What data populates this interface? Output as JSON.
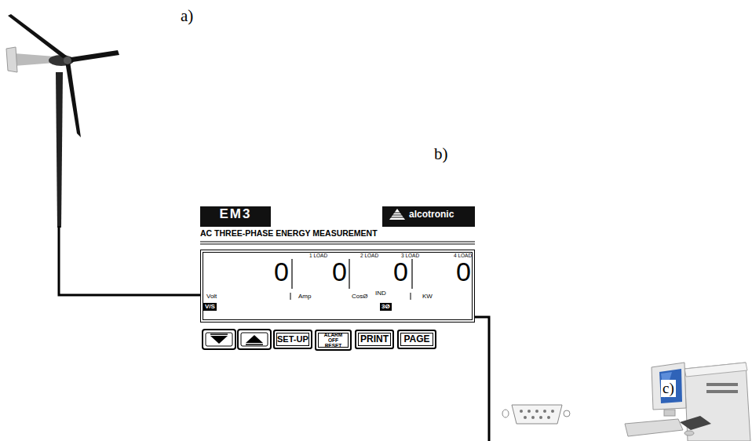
{
  "diagram": {
    "nodes": [
      {
        "text": [
          "EM3"
        ]
      },
      {
        "text": [
          "alcotronic"
        ]
      },
      {
        "text": [
          "1 LOAD",
          "2 LOAD",
          "3 LOAD",
          "4 LOAD",
          "0",
          "0",
          "0",
          "0",
          "Volt",
          "Amp",
          "CosØ",
          "IND",
          "KW",
          "V/S",
          "3Ø"
        ]
      },
      {
        "text": [
          "SET-UP"
        ]
      },
      {
        "text": [
          "ALARM OFF RESET"
        ]
      },
      {
        "text": [
          "PRINT"
        ]
      },
      {
        "text": [
          "PAGE"
        ]
      }
    ],
    "labels": [
      "a)",
      "b)",
      "AC THREE-PHASE ENERGY MEASUREMENT",
      "c)"
    ]
  }
}
